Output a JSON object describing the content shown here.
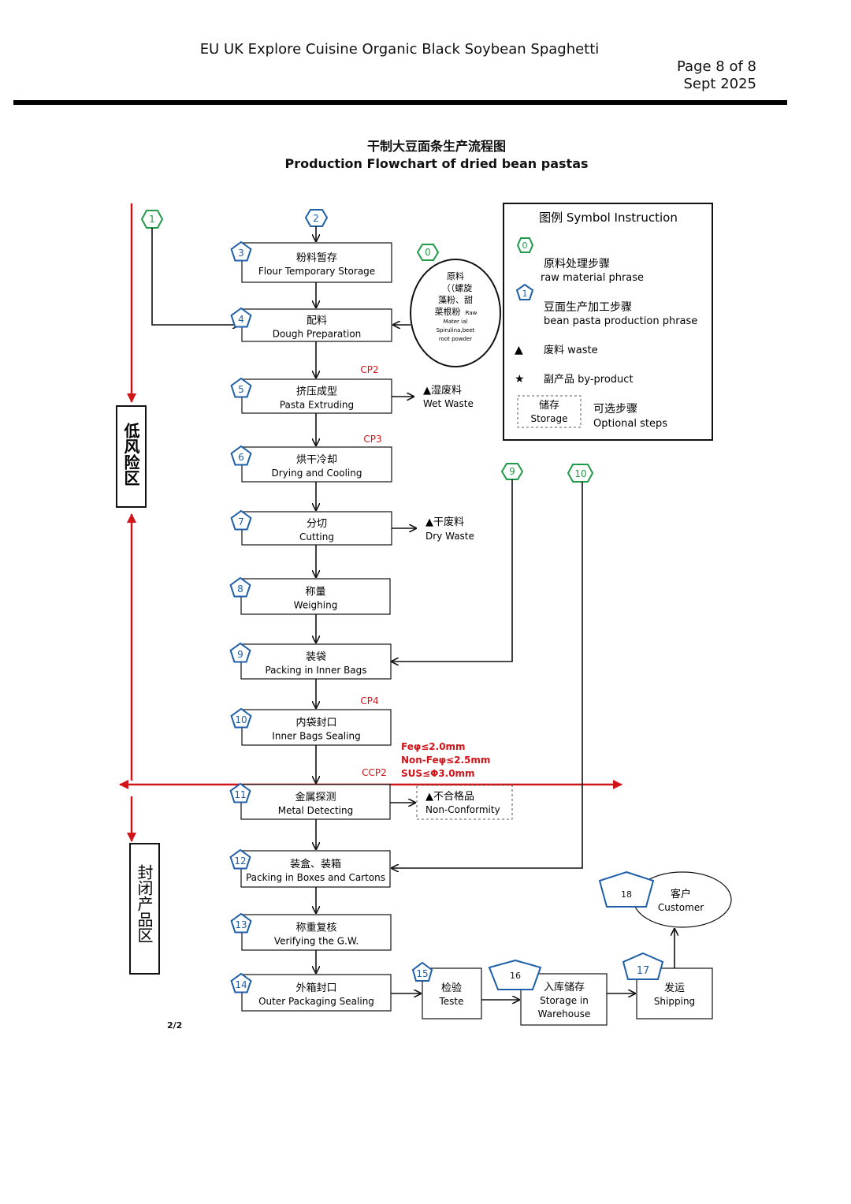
{
  "header": {
    "title": "EU UK Explore Cuisine Organic Black Soybean Spaghetti",
    "page": "Page 8 of 8",
    "date": "Sept  2025"
  },
  "chart": {
    "title_cn": "干制大豆面条生产流程图",
    "title_en": "Production Flowchart of dried bean pastas"
  },
  "steps": [
    {
      "num": "3",
      "cn": "粉料暂存",
      "en": "Flour Temporary Storage"
    },
    {
      "num": "4",
      "cn": "配料",
      "en": "Dough Preparation"
    },
    {
      "num": "5",
      "cn": "挤压成型",
      "en": "Pasta Extruding",
      "cp": "CP2"
    },
    {
      "num": "6",
      "cn": "烘干冷却",
      "en": "Drying and Cooling",
      "cp": "CP3"
    },
    {
      "num": "7",
      "cn": "分切",
      "en": "Cutting"
    },
    {
      "num": "8",
      "cn": "称量",
      "en": "Weighing"
    },
    {
      "num": "9",
      "cn": "装袋",
      "en": "Packing in Inner Bags"
    },
    {
      "num": "10",
      "cn": "内袋封口",
      "en": "Inner Bags Sealing",
      "cp": "CP4"
    },
    {
      "num": "11",
      "cn": "金属探测",
      "en": "Metal Detecting",
      "cp": "CCP2"
    },
    {
      "num": "12",
      "cn": "装盒、装箱",
      "en": "Packing in Boxes and Cartons"
    },
    {
      "num": "13",
      "cn": "称重复核",
      "en": "Verifying the G.W."
    },
    {
      "num": "14",
      "cn": "外箱封口",
      "en": "Outer Packaging Sealing"
    }
  ],
  "bottom_steps": [
    {
      "num": "15",
      "cn": "检验",
      "en": "Teste"
    },
    {
      "num": "16",
      "cn": "入库储存",
      "en": "Storage in",
      "en2": "Warehouse"
    },
    {
      "num": "17",
      "cn": "发运",
      "en": "Shipping"
    }
  ],
  "customer": {
    "num": "18",
    "cn": "客户",
    "en": "Customer"
  },
  "inputs": {
    "one": "1",
    "two": "2",
    "nine": "9",
    "ten": "10",
    "zero": "0"
  },
  "raw_material": {
    "lines_cn": [
      "原料",
      "（（螺旋",
      "藻粉、甜",
      "菜根粉"
    ],
    "lines_en": [
      "Raw",
      "Mater ial",
      "Spirulina,beet",
      "root powder"
    ]
  },
  "wastes": {
    "wet": {
      "cn": "▲湿废料",
      "en": "Wet Waste"
    },
    "dry": {
      "cn": "▲干废料",
      "en": "Dry Waste"
    },
    "nonconf": {
      "cn": "▲不合格品",
      "en": "Non-Conformity"
    }
  },
  "metal_limits": [
    "Feφ≤2.0mm",
    "Non-Feφ≤2.5mm",
    "SUS≤Φ3.0mm"
  ],
  "zones": {
    "low_risk": "低风险区",
    "sealed": "封闭产品区"
  },
  "legend": {
    "title": "图例 Symbol Instruction",
    "zero": "0",
    "raw_cn": "原料处理步骤",
    "raw_en": "raw material phrase",
    "one": "1",
    "prod_cn": "豆面生产加工步骤",
    "prod_en": "bean pasta production phrase",
    "waste_sym": "▲",
    "waste": "废料 waste",
    "by_sym": "★",
    "by": "副产品 by-product",
    "storage_cn": "储存",
    "storage_en": "Storage",
    "opt_cn": "可选步骤",
    "opt_en": "Optional steps"
  },
  "footnote": "2/2",
  "colors": {
    "red": "#d0141a",
    "blue": "#1f5fa8",
    "green": "#1f9a48"
  }
}
